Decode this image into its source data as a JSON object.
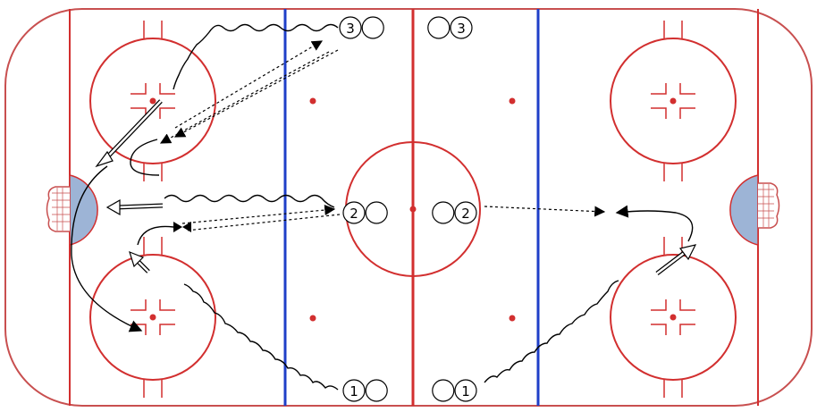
{
  "colors": {
    "ice": "#ffffff",
    "red_line": "#d22f2f",
    "blue_line": "#1f3fc8",
    "crease": "#9db4d6",
    "drill_ink": "#000000"
  },
  "players": [
    {
      "label": "3",
      "marker_count": 2
    },
    {
      "label": "3",
      "marker_count": 2
    },
    {
      "label": "2",
      "marker_count": 2
    },
    {
      "label": "2",
      "marker_count": 2
    },
    {
      "label": "1",
      "marker_count": 2
    },
    {
      "label": "1",
      "marker_count": 2
    }
  ],
  "icons": {
    "skate_path": "wavy-line-icon",
    "pass": "dashed-arrow-icon",
    "shot": "double-line-arrow-icon",
    "stop": "bowtie-stop-icon"
  }
}
